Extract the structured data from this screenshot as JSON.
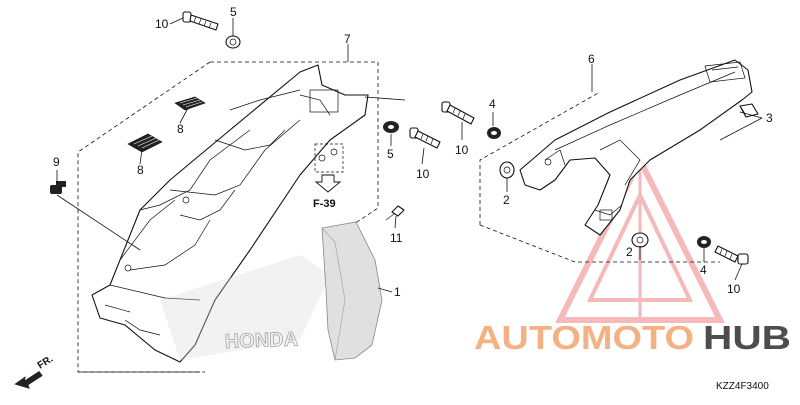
{
  "diagram": {
    "callouts": [
      {
        "id": "c10a",
        "text": "10"
      },
      {
        "id": "c5a",
        "text": "5"
      },
      {
        "id": "c7",
        "text": "7"
      },
      {
        "id": "c8a",
        "text": "8"
      },
      {
        "id": "c8b",
        "text": "8"
      },
      {
        "id": "c9",
        "text": "9"
      },
      {
        "id": "c5b",
        "text": "5"
      },
      {
        "id": "c10b",
        "text": "10"
      },
      {
        "id": "c11",
        "text": "11"
      },
      {
        "id": "c1",
        "text": "1"
      },
      {
        "id": "c4a",
        "text": "4"
      },
      {
        "id": "c10c",
        "text": "10"
      },
      {
        "id": "c6",
        "text": "6"
      },
      {
        "id": "c3",
        "text": "3"
      },
      {
        "id": "c2a",
        "text": "2"
      },
      {
        "id": "c2b",
        "text": "2"
      },
      {
        "id": "c4b",
        "text": "4"
      },
      {
        "id": "c10d",
        "text": "10"
      }
    ],
    "reference": "F-39",
    "direction_label": "FR.",
    "part_code": "KZZ4F3400",
    "embossed_brand": "HONDA"
  },
  "watermark": {
    "part1": "AUTOMOTO",
    "part2": "HUB",
    "color_light": "#f4b183",
    "color_dark": "#4d4d4d",
    "triangle_color": "#f08080"
  }
}
